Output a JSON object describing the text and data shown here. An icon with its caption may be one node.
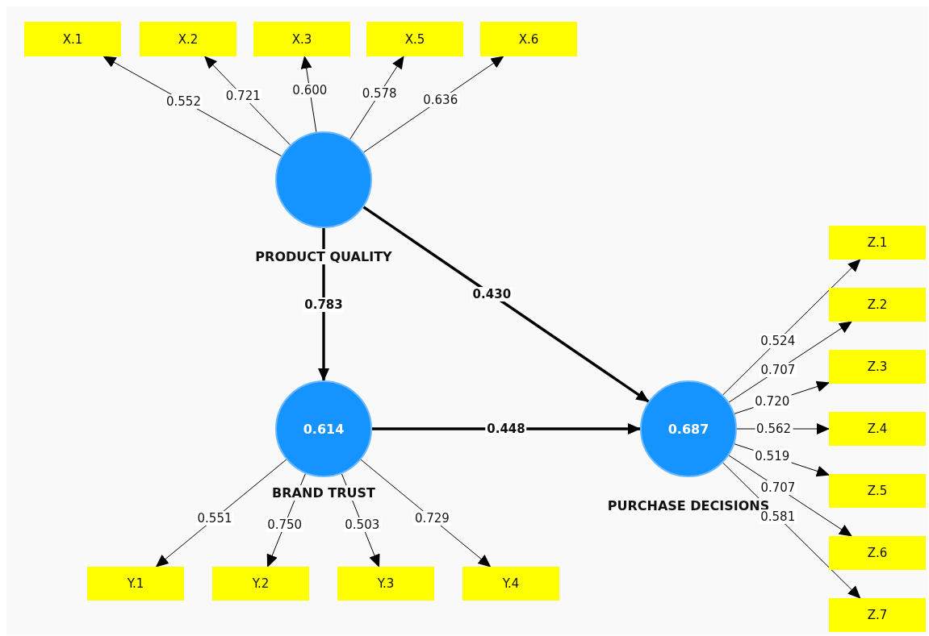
{
  "diagram": {
    "nodes": [
      {
        "text": [
          "X.1"
        ]
      },
      {
        "text": [
          "X.2"
        ]
      },
      {
        "text": [
          "X.3"
        ]
      },
      {
        "text": [
          "X.5"
        ]
      },
      {
        "text": [
          "X.6"
        ]
      },
      {
        "text": [
          "PRODUCT QUALITY"
        ]
      },
      {
        "text": [
          "0.614",
          "BRAND TRUST"
        ]
      },
      {
        "text": [
          "0.687",
          "PURCHASE DECISIONS"
        ]
      },
      {
        "text": [
          "Z.1"
        ]
      },
      {
        "text": [
          "Z.2"
        ]
      },
      {
        "text": [
          "Z.3"
        ]
      },
      {
        "text": [
          "Z.4"
        ]
      },
      {
        "text": [
          "Z.5"
        ]
      },
      {
        "text": [
          "Z.6"
        ]
      },
      {
        "text": [
          "Z.7"
        ]
      },
      {
        "text": [
          "Y.1"
        ]
      },
      {
        "text": [
          "Y.2"
        ]
      },
      {
        "text": [
          "Y.3"
        ]
      },
      {
        "text": [
          "Y.4"
        ]
      }
    ],
    "edges": [
      {
        "from": 5,
        "to": 0,
        "arrow": "to",
        "label": "0.552"
      },
      {
        "from": 5,
        "to": 1,
        "arrow": "to",
        "label": "0.721"
      },
      {
        "from": 5,
        "to": 2,
        "arrow": "to",
        "label": "0.600"
      },
      {
        "from": 5,
        "to": 3,
        "arrow": "to",
        "label": "0.578"
      },
      {
        "from": 5,
        "to": 4,
        "arrow": "to",
        "label": "0.636"
      },
      {
        "from": 5,
        "to": 6,
        "arrow": "to",
        "label": "0.783",
        "style": "thick"
      },
      {
        "from": 5,
        "to": 7,
        "arrow": "to",
        "label": "0.430",
        "style": "thick"
      },
      {
        "from": 6,
        "to": 7,
        "arrow": "to",
        "label": "0.448",
        "style": "thick"
      },
      {
        "from": 7,
        "to": 8,
        "arrow": "to",
        "label": "0.524"
      },
      {
        "from": 7,
        "to": 9,
        "arrow": "to",
        "label": "0.707"
      },
      {
        "from": 7,
        "to": 10,
        "arrow": "to",
        "label": "0.720"
      },
      {
        "from": 7,
        "to": 11,
        "arrow": "to",
        "label": "0.562"
      },
      {
        "from": 7,
        "to": 12,
        "arrow": "to",
        "label": "0.519"
      },
      {
        "from": 7,
        "to": 13,
        "arrow": "to",
        "label": "0.707"
      },
      {
        "from": 7,
        "to": 14,
        "arrow": "to",
        "label": "0.581"
      },
      {
        "from": 6,
        "to": 15,
        "arrow": "to",
        "label": "0.551"
      },
      {
        "from": 6,
        "to": 16,
        "arrow": "to",
        "label": "0.750"
      },
      {
        "from": 6,
        "to": 17,
        "arrow": "to",
        "label": "0.503"
      },
      {
        "from": 6,
        "to": 18,
        "arrow": "to",
        "label": "0.729"
      }
    ]
  }
}
